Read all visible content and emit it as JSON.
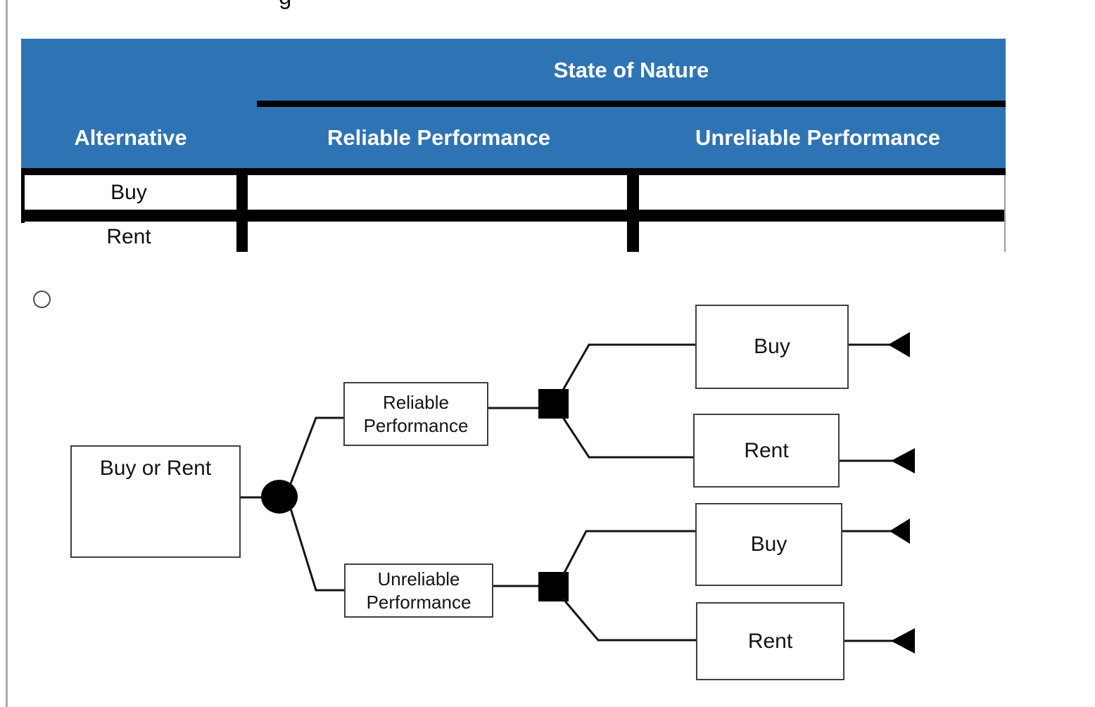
{
  "page": {
    "clipped_top_text": "g"
  },
  "table": {
    "spanning_header": "State of Nature",
    "columns": [
      "Alternative",
      "Reliable Performance",
      "Unreliable Performance"
    ],
    "rows": [
      {
        "alternative": "Buy",
        "reliable": "",
        "unreliable": ""
      },
      {
        "alternative": "Rent",
        "reliable": "",
        "unreliable": ""
      }
    ],
    "colors": {
      "header_bg": "#2E74B5",
      "header_text": "#FFFFFF",
      "grid": "#000000"
    }
  },
  "option": {
    "selected": false
  },
  "tree": {
    "root_label": "Buy or Rent",
    "chance_node_labels": [
      "Reliable Performance",
      "Unreliable Performance"
    ],
    "upper_decision_labels": [
      "Buy",
      "Rent"
    ],
    "lower_decision_labels": [
      "Buy",
      "Rent"
    ]
  }
}
